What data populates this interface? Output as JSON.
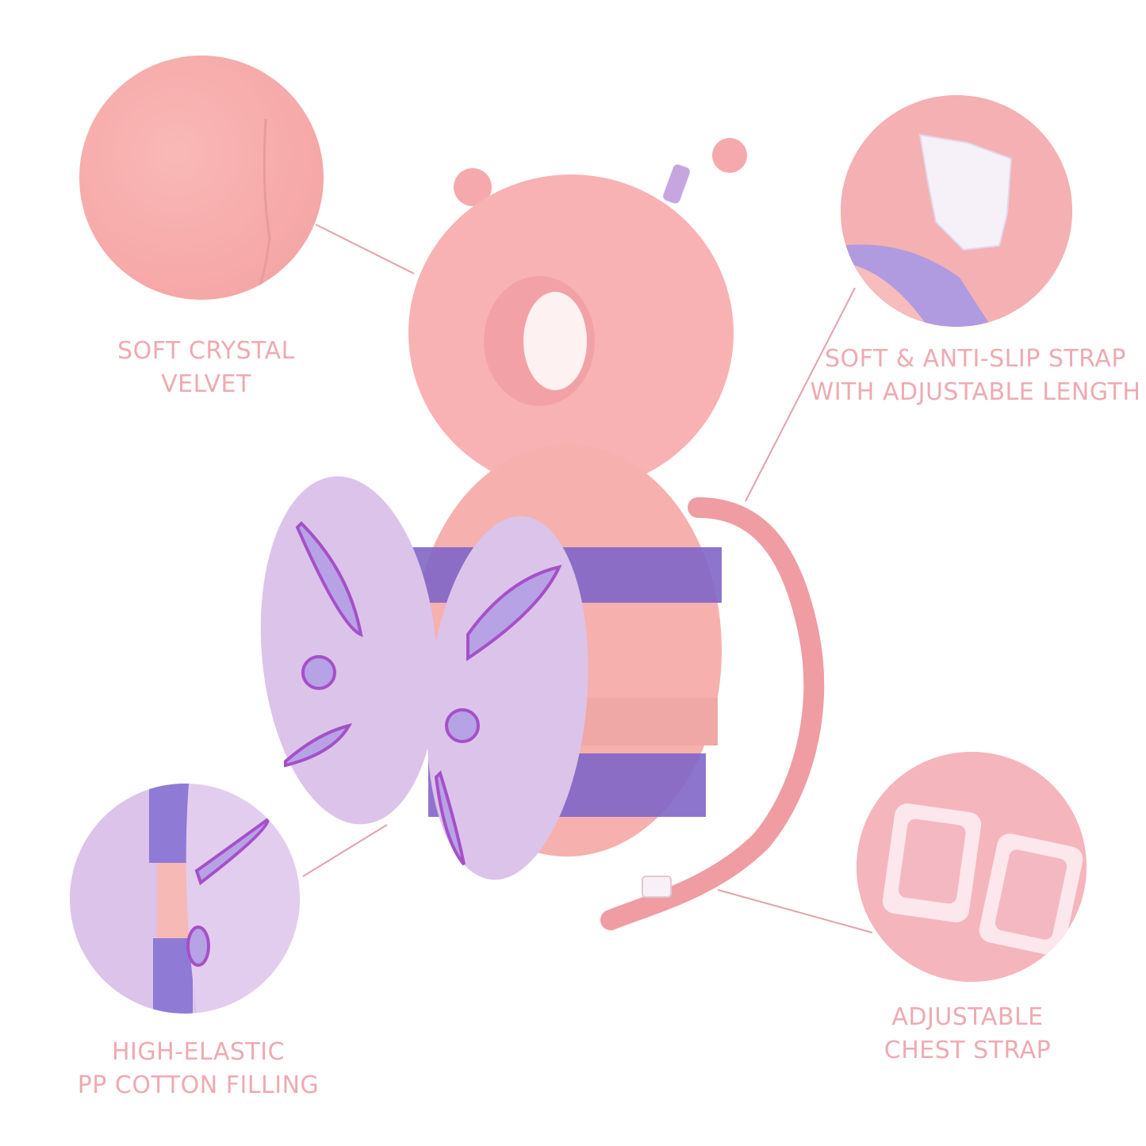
{
  "colors": {
    "background": "#ffffff",
    "label_text": "#eeaab0",
    "callout_line": "#e3a2aa",
    "pillow_pink": "#f8b2b4",
    "pillow_pink_shadow": "#ef9a9f",
    "wing_lilac": "#dcc3ea",
    "wing_inner": "#b7a2e6",
    "wing_outline": "#a550c8",
    "stripe_purple": "#8166c8",
    "buckle_white": "#f7f0f6"
  },
  "callouts": [
    {
      "id": "soft-crystal-velvet",
      "label_lines": [
        "SOFT CRYSTAL",
        "VELVET"
      ],
      "icon": "velvet-texture-closeup"
    },
    {
      "id": "anti-slip-strap",
      "label_lines": [
        "SOFT & ANTI-SLIP STRAP",
        "WITH ADJUSTABLE LENGTH"
      ],
      "icon": "strap-buckle-closeup"
    },
    {
      "id": "pp-cotton-filling",
      "label_lines": [
        "HIGH-ELASTIC",
        "PP COTTON FILLING"
      ],
      "icon": "wing-filling-closeup"
    },
    {
      "id": "chest-strap",
      "label_lines": [
        "ADJUSTABLE",
        "CHEST STRAP"
      ],
      "icon": "chest-strap-buckle-closeup"
    }
  ],
  "product": {
    "name": "bee-head-protector-pillow"
  }
}
